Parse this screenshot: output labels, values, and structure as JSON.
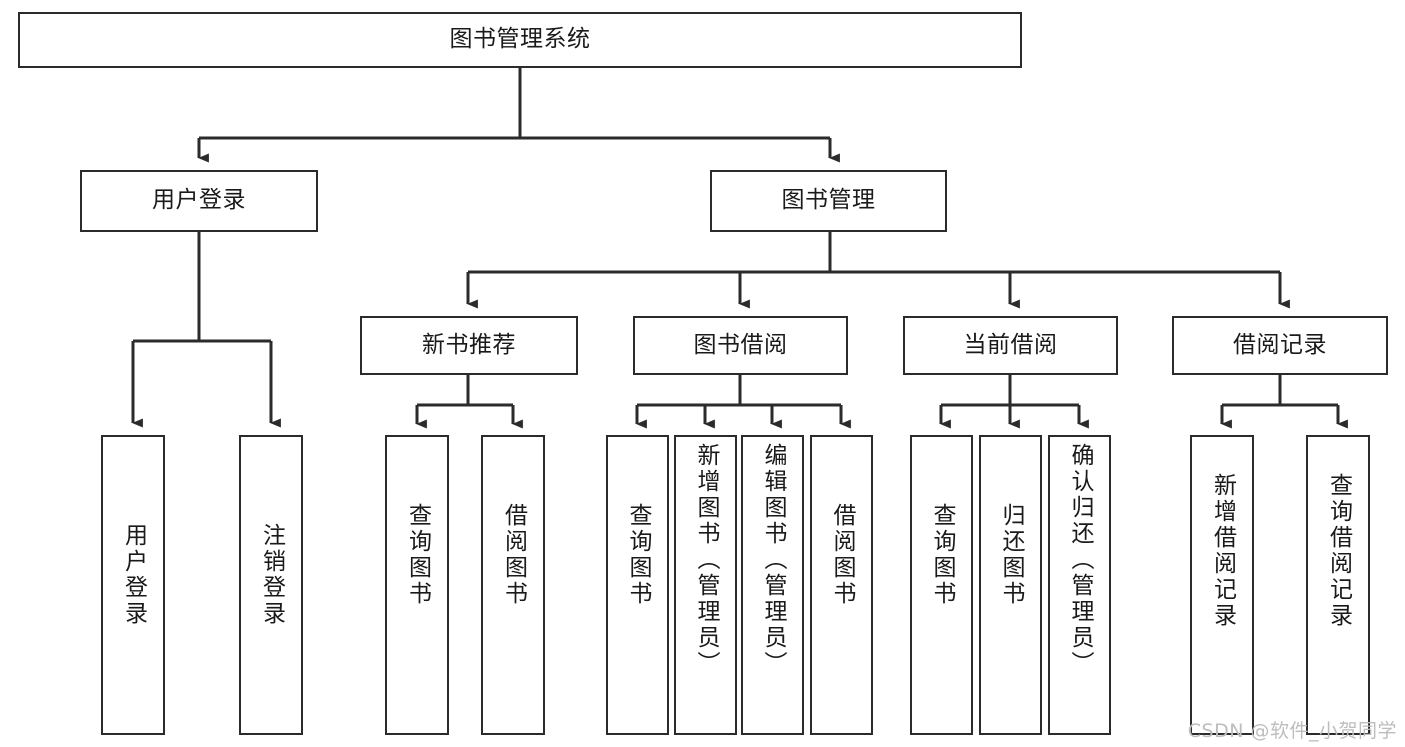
{
  "diagram": {
    "title": "图书管理系统",
    "type": "tree",
    "watermark": "CSDN @软件_小贺同学",
    "colors": {
      "box_border": "#2b2b2b",
      "box_fill": "#ffffff",
      "line": "#2b2b2b",
      "text": "#1a1a1a",
      "watermark": "#bdbdbd"
    },
    "nodes": {
      "root": {
        "label": "图书管理系统"
      },
      "level2": [
        {
          "id": "user-login",
          "label": "用户登录"
        },
        {
          "id": "book-management",
          "label": "图书管理"
        }
      ],
      "level3": [
        {
          "id": "new-book-recommend",
          "label": "新书推荐"
        },
        {
          "id": "book-borrow",
          "label": "图书借阅"
        },
        {
          "id": "current-borrow",
          "label": "当前借阅"
        },
        {
          "id": "borrow-record",
          "label": "借阅记录"
        }
      ],
      "leaves": [
        {
          "id": "leaf-user-login",
          "parent": "user-login",
          "label": "用户登录"
        },
        {
          "id": "leaf-user-logout",
          "parent": "user-login",
          "label": "注销登录"
        },
        {
          "id": "leaf-query-book-1",
          "parent": "new-book-recommend",
          "label": "查询图书"
        },
        {
          "id": "leaf-borrow-book-1",
          "parent": "new-book-recommend",
          "label": "借阅图书"
        },
        {
          "id": "leaf-query-book-2",
          "parent": "book-borrow",
          "label": "查询图书"
        },
        {
          "id": "leaf-add-book",
          "parent": "book-borrow",
          "label": "新增图书（管理员）"
        },
        {
          "id": "leaf-edit-book",
          "parent": "book-borrow",
          "label": "编辑图书（管理员）"
        },
        {
          "id": "leaf-borrow-book-2",
          "parent": "book-borrow",
          "label": "借阅图书"
        },
        {
          "id": "leaf-query-book-3",
          "parent": "current-borrow",
          "label": "查询图书"
        },
        {
          "id": "leaf-return-book",
          "parent": "current-borrow",
          "label": "归还图书"
        },
        {
          "id": "leaf-confirm-return",
          "parent": "current-borrow",
          "label": "确认归还（管理员）"
        },
        {
          "id": "leaf-add-record",
          "parent": "borrow-record",
          "label": "新增借阅记录"
        },
        {
          "id": "leaf-query-record",
          "parent": "borrow-record",
          "label": "查询借阅记录"
        }
      ]
    }
  }
}
